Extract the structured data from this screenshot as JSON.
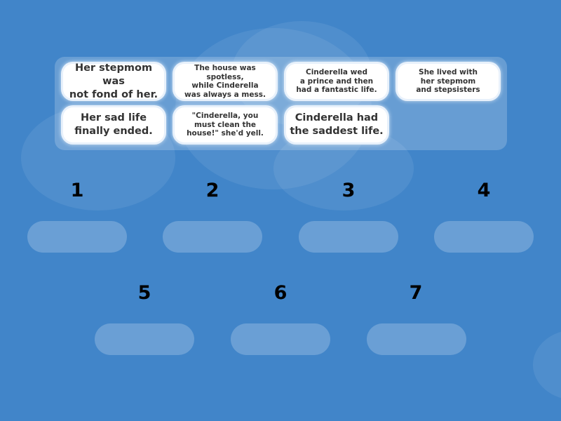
{
  "colors": {
    "background": "#4185c9",
    "card": "#ffffff",
    "text": "#333333",
    "number": "#000000"
  },
  "cards": [
    {
      "text": "Her stepmom was\nnot fond of her.",
      "size": "large"
    },
    {
      "text": "The house was spotless,\nwhile Cinderella\nwas always a mess.",
      "size": "small"
    },
    {
      "text": "Cinderella wed\na prince and then\nhad a fantastic life.",
      "size": "small"
    },
    {
      "text": "She lived with\nher stepmom\nand stepsisters",
      "size": "small"
    },
    {
      "text": "Her sad life\nfinally ended.",
      "size": "large"
    },
    {
      "text": "\"Cinderella, you\nmust clean the\nhouse!\" she'd yell.",
      "size": "small"
    },
    {
      "text": "Cinderella had\nthe saddest life.",
      "size": "large"
    }
  ],
  "slots": [
    {
      "label": "1"
    },
    {
      "label": "2"
    },
    {
      "label": "3"
    },
    {
      "label": "4"
    },
    {
      "label": "5"
    },
    {
      "label": "6"
    },
    {
      "label": "7"
    }
  ]
}
